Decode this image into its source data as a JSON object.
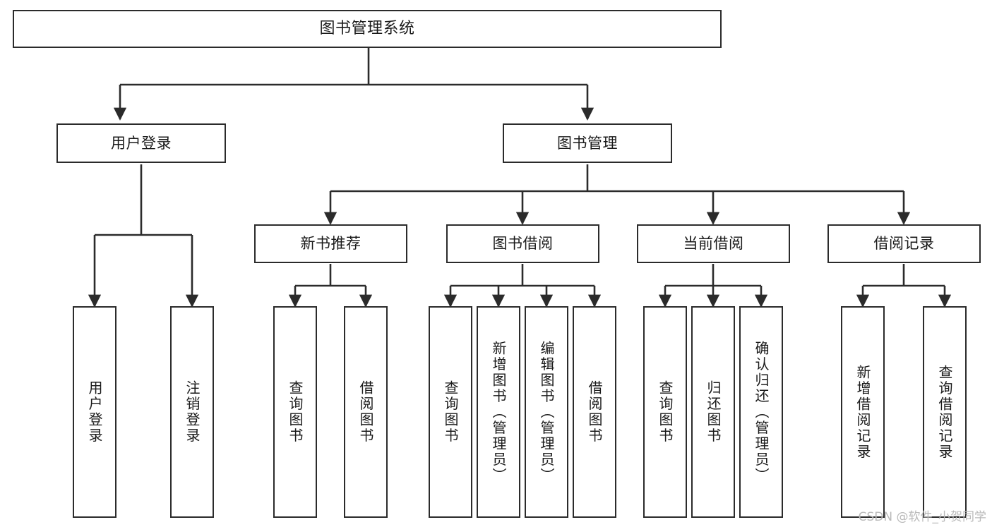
{
  "diagram": {
    "title": "图书管理系统",
    "type": "tree-hierarchy-chart",
    "stroke_color": "#2b2b2b",
    "background_color": "#ffffff",
    "text_color": "#1a1a1a",
    "nodes": {
      "root": {
        "label": "图书管理系统"
      },
      "level2": [
        {
          "id": "user-login",
          "label": "用户登录"
        },
        {
          "id": "book-manage",
          "label": "图书管理"
        }
      ],
      "level3": [
        {
          "id": "new-book-recommend",
          "label": "新书推荐"
        },
        {
          "id": "book-borrow",
          "label": "图书借阅"
        },
        {
          "id": "current-borrow",
          "label": "当前借阅"
        },
        {
          "id": "borrow-record",
          "label": "借阅记录"
        }
      ],
      "leaves": {
        "user_login": [
          {
            "id": "leaf-user-login",
            "label": "用户登录"
          },
          {
            "id": "leaf-user-logout",
            "label": "注销登录"
          }
        ],
        "new_book_recommend": [
          {
            "id": "leaf-query-book-1",
            "label": "查询图书"
          },
          {
            "id": "leaf-borrow-book-1",
            "label": "借阅图书"
          }
        ],
        "book_borrow": [
          {
            "id": "leaf-query-book-2",
            "label": "查询图书"
          },
          {
            "id": "leaf-add-book",
            "label": "新增图书（管理员）"
          },
          {
            "id": "leaf-edit-book",
            "label": "编辑图书（管理员）"
          },
          {
            "id": "leaf-borrow-book-2",
            "label": "借阅图书"
          }
        ],
        "current_borrow": [
          {
            "id": "leaf-query-book-3",
            "label": "查询图书"
          },
          {
            "id": "leaf-return-book",
            "label": "归还图书"
          },
          {
            "id": "leaf-confirm-return",
            "label": "确认归还（管理员）"
          }
        ],
        "borrow_record": [
          {
            "id": "leaf-add-borrow-record",
            "label": "新增借阅记录"
          },
          {
            "id": "leaf-query-borrow-record",
            "label": "查询借阅记录"
          }
        ]
      }
    }
  },
  "watermark": {
    "text": "CSDN @软件_小贺同学"
  }
}
